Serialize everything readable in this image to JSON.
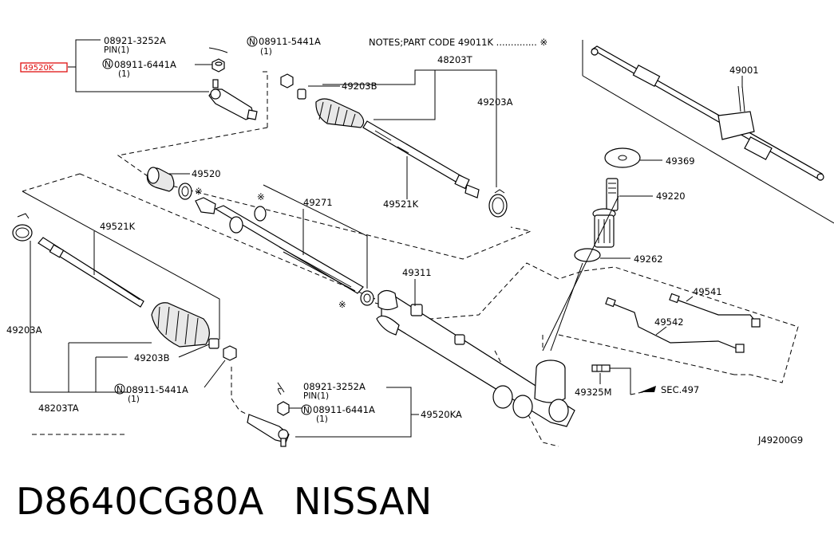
{
  "title": {
    "part_number": "D8640CG80A",
    "brand": "NISSAN"
  },
  "notes": {
    "text": "NOTES;PART CODE  49011K .............. ※"
  },
  "diagram_code": "J49200G9",
  "highlight": {
    "label": "49520K",
    "color": "#e01010"
  },
  "callouts": {
    "pin_top_code": "08921-3252A",
    "pin_top_qty": "PIN(1)",
    "nut_top_code": "08911-6441A",
    "nut_top_qty": "(1)",
    "nut_top2_code": "08911-5441A",
    "nut_top2_qty": "(1)",
    "p48203T": "48203T",
    "p49203B_top": "49203B",
    "p49203A_top": "49203A",
    "p49520": "49520",
    "p49521K_top": "49521K",
    "p49271": "49271",
    "p49521K_left": "49521K",
    "p49203A_left": "49203A",
    "p49203B_left": "49203B",
    "nut_left_code": "08911-5441A",
    "nut_left_qty": "(1)",
    "p48203TA": "48203TA",
    "p49311": "49311",
    "pin_bot_code": "08921-3252A",
    "pin_bot_qty": "PIN(1)",
    "nut_bot_code": "08911-6441A",
    "nut_bot_qty": "(1)",
    "p49520KA": "49520KA",
    "p49001": "49001",
    "p49369": "49369",
    "p49220": "49220",
    "p49262": "49262",
    "p49541": "49541",
    "p49542": "49542",
    "p49325M": "49325M",
    "sec497": "SEC.497",
    "star": "※",
    "circle_n": "N"
  }
}
